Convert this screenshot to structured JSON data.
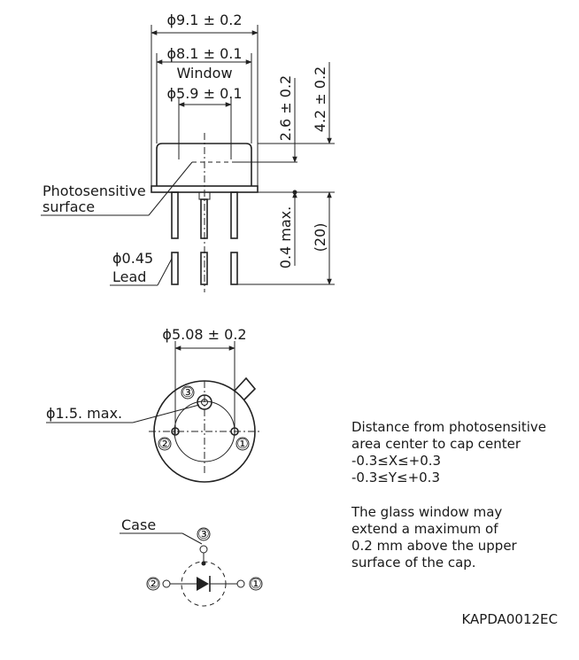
{
  "dimensions": {
    "d_outer": "ϕ9.1 ± 0.2",
    "d_window_outer": "ϕ8.1 ± 0.1",
    "window_label": "Window",
    "d_window_inner": "ϕ5.9 ± 0.1",
    "h_cap": "2.6 ± 0.2",
    "h_total": "4.2 ± 0.2",
    "h_lead_gap": "0.4 max.",
    "lead_length": "(20)",
    "lead_diameter": "ϕ0.45",
    "lead_label": "Lead",
    "photosensitive_1": "Photosensitive",
    "photosensitive_2": "surface",
    "pin_circle": "ϕ5.08 ± 0.2",
    "pin_diameter": "ϕ1.5. max."
  },
  "pins": {
    "p1": "①",
    "p2": "②",
    "p3": "③"
  },
  "schematic": {
    "case_label": "Case"
  },
  "notes": {
    "l1": "Distance from photosensitive",
    "l2": "area center to cap center",
    "l3": "-0.3≤X≤+0.3",
    "l4": "-0.3≤Y≤+0.3",
    "l5": "The glass window may",
    "l6": "extend a maximum of",
    "l7": "0.2 mm above the upper",
    "l8": "surface of the cap."
  },
  "drawing_code": "KAPDA0012EC"
}
